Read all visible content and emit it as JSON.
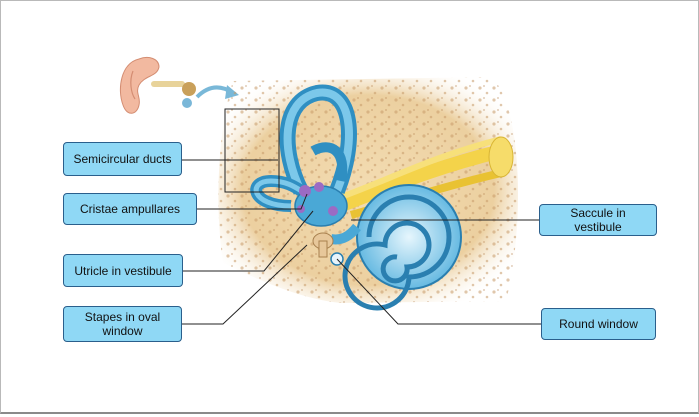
{
  "labels": {
    "semicircular_ducts": "Semicircular ducts",
    "cristae_ampullares": "Cristae ampullares",
    "utricle_in_vestibule": "Utricle in vestibule",
    "stapes_in_oval_window": "Stapes in oval window",
    "saccule_in_vestibule": "Saccule in vestibule",
    "round_window": "Round window"
  },
  "colors": {
    "label_fill": "#8fd8f5",
    "label_border": "#2a5f8c",
    "bone": "#f0d9b0",
    "duct_blue": "#4aa8d6",
    "nerve_yellow": "#f4d34a"
  }
}
